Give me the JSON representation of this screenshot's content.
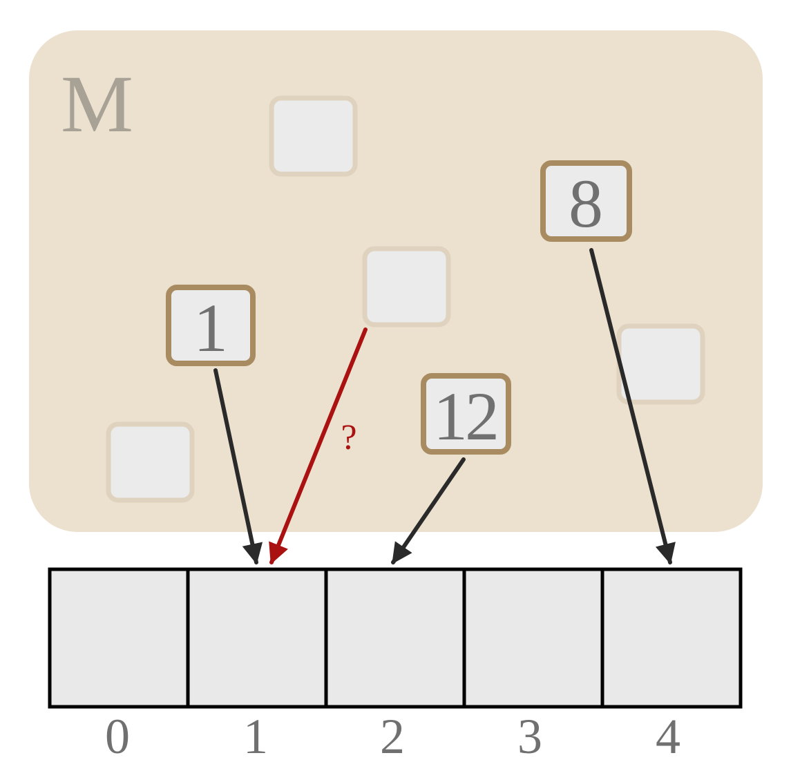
{
  "set": {
    "label": "M",
    "fill_color": "#ECE0CE",
    "label_color": "#A8A196"
  },
  "keys": {
    "one": "1",
    "eight": "8",
    "twelve": "12"
  },
  "uncertain_arrow": {
    "label": "?",
    "color": "#AA1111"
  },
  "array": {
    "indices": [
      "0",
      "1",
      "2",
      "3",
      "4"
    ],
    "cell_fill": "#E9E9E9"
  },
  "colors": {
    "key_border": "#A88B60",
    "faded_border": "#DFD2BE",
    "box_fill": "#EBEBEB",
    "arrow": "#2A2A2A",
    "text": "#707070"
  }
}
